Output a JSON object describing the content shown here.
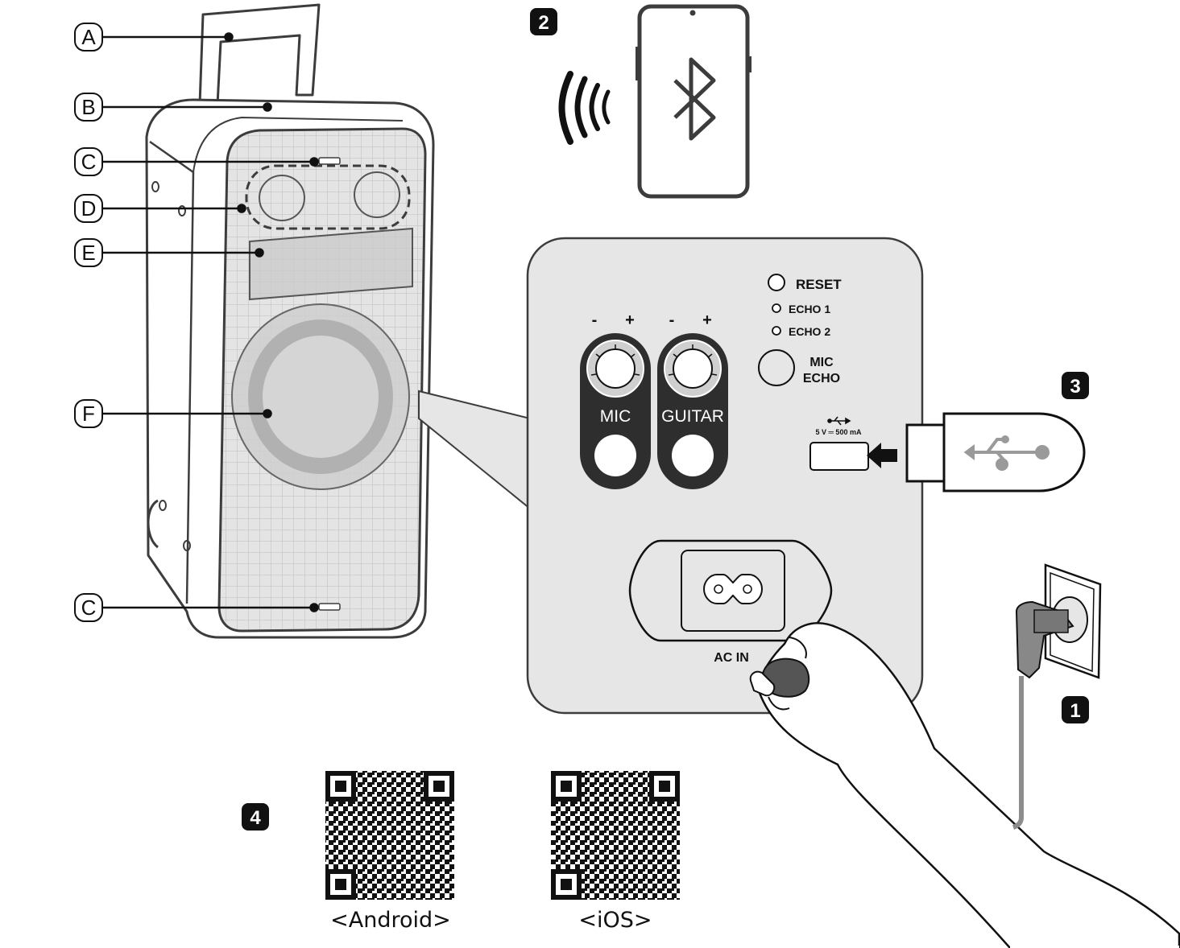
{
  "callouts": [
    {
      "letter": "A"
    },
    {
      "letter": "B"
    },
    {
      "letter": "C"
    },
    {
      "letter": "D"
    },
    {
      "letter": "E"
    },
    {
      "letter": "F"
    },
    {
      "letter": "C"
    }
  ],
  "steps": [
    "1",
    "2",
    "3",
    "4"
  ],
  "panel": {
    "reset": "RESET",
    "echo1": "ECHO 1",
    "echo2": "ECHO 2",
    "mic_echo_line1": "MIC",
    "mic_echo_line2": "ECHO",
    "knob_signs": [
      "-",
      "+",
      "-",
      "+"
    ],
    "mic_label": "MIC",
    "guitar_label": "GUITAR",
    "usb_spec": "5 V ═ 500 mA",
    "ac_in": "AC IN"
  },
  "qr_codes": [
    {
      "caption": "<Android>"
    },
    {
      "caption": "<iOS>"
    }
  ],
  "colors": {
    "outline": "#3c3c3c",
    "panel_fill": "#e6e6e6",
    "grille": "#d4d4d4",
    "step_badge": "#111111",
    "cable": "#8c8c8c"
  }
}
